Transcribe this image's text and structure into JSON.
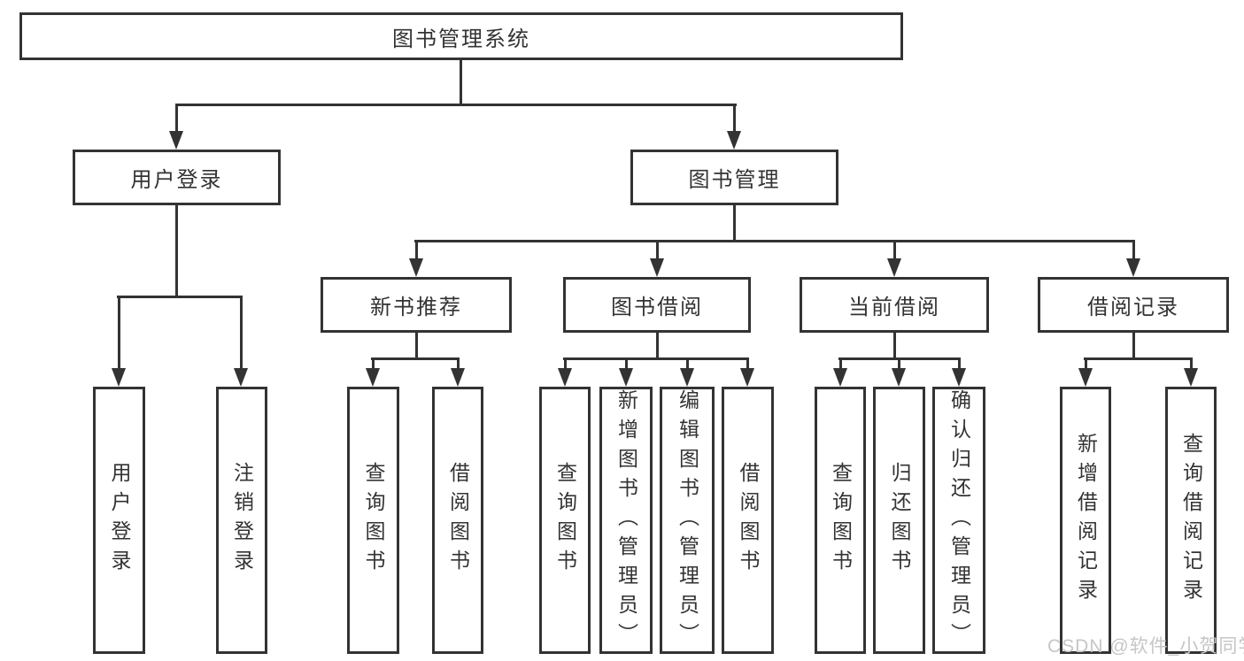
{
  "diagram": {
    "colors": {
      "line": "#333333",
      "text": "#333333",
      "box_bg": "#ffffff",
      "background": "#ffffff",
      "watermark": "#c6c6c6"
    },
    "tree": {
      "root": "图书管理系统",
      "user_login": {
        "label": "用户登录",
        "children": [
          "用户登录",
          "注销登录"
        ]
      },
      "book_mgmt": {
        "label": "图书管理"
      },
      "new_books": {
        "label": "新书推荐",
        "children": [
          "查询图书",
          "借阅图书"
        ]
      },
      "book_borrow": {
        "label": "图书借阅",
        "children": [
          "查询图书",
          "新增图书（管理员）",
          "编辑图书（管理员）",
          "借阅图书"
        ]
      },
      "current_borrow": {
        "label": "当前借阅",
        "children": [
          "查询图书",
          "归还图书",
          "确认归还（管理员）"
        ]
      },
      "borrow_records": {
        "label": "借阅记录",
        "children": [
          "新增借阅记录",
          "查询借阅记录"
        ]
      }
    },
    "watermark": "CSDN @软件_小贺同学"
  }
}
